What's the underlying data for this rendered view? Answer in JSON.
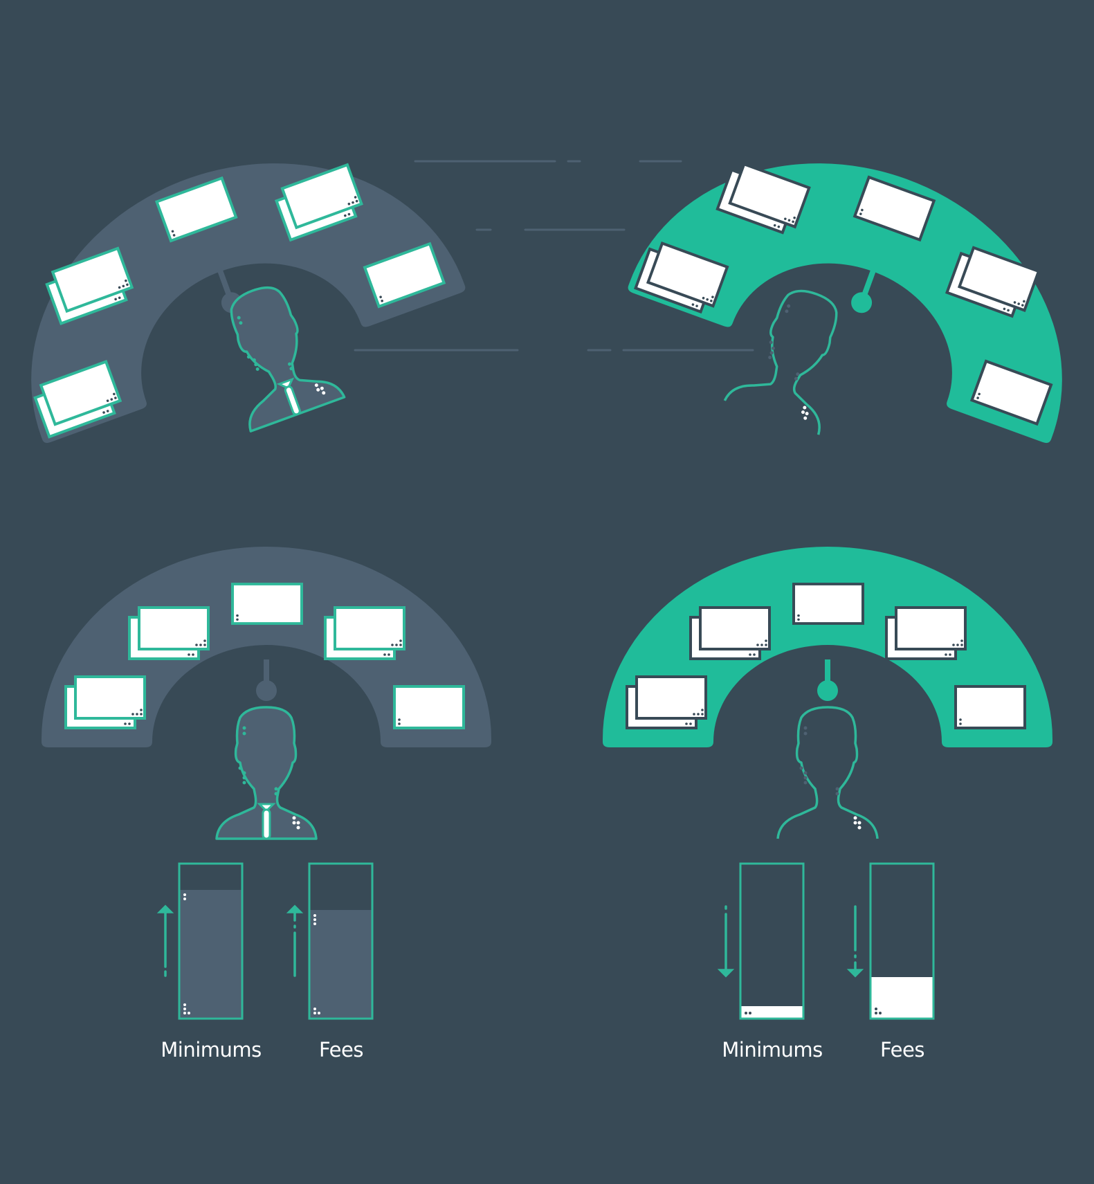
{
  "colors": {
    "background": "#384a56",
    "slate": "#4e6172",
    "teal": "#20bc9a",
    "teal_stroke": "#2fb89a",
    "white": "#ffffff",
    "dark": "#384a56",
    "line": "#4e6172"
  },
  "panels": {
    "left": {
      "theme": "slate",
      "bars": [
        {
          "label": "Minimums",
          "fill_pct": 83,
          "direction": "up"
        },
        {
          "label": "Fees",
          "fill_pct": 70,
          "direction": "up"
        }
      ]
    },
    "right": {
      "theme": "teal",
      "bars": [
        {
          "label": "Minimums",
          "fill_pct": 8,
          "direction": "down"
        },
        {
          "label": "Fees",
          "fill_pct": 27,
          "direction": "down"
        }
      ]
    }
  },
  "labels": {
    "left_min": "Minimums",
    "left_fees": "Fees",
    "right_min": "Minimums",
    "right_fees": "Fees"
  }
}
